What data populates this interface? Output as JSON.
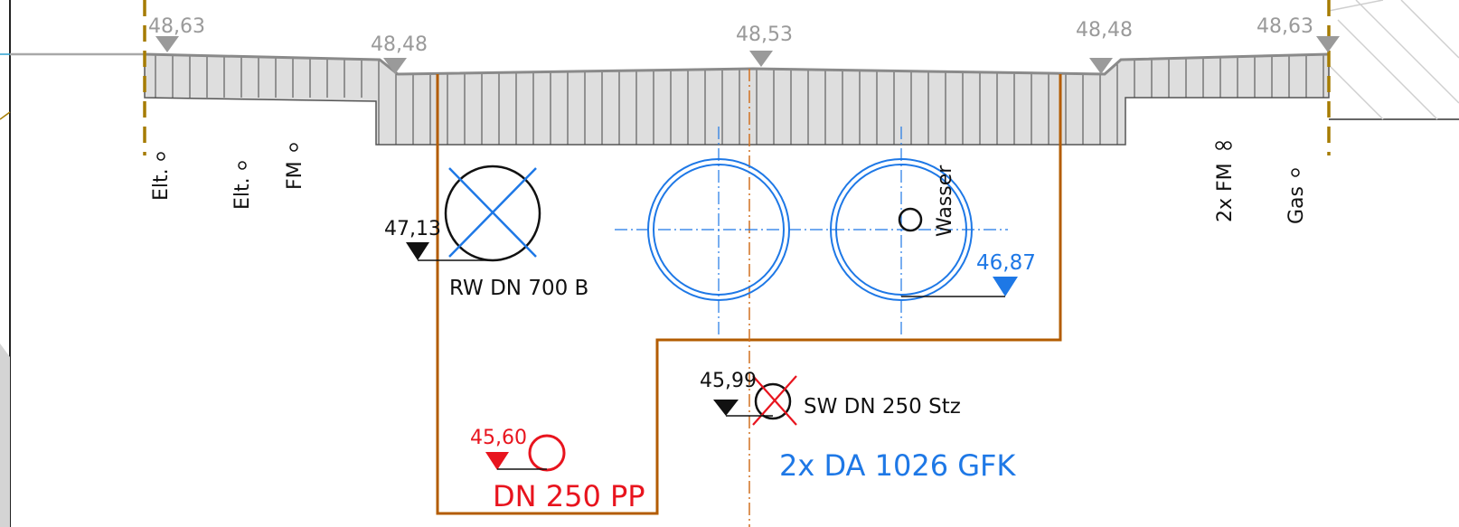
{
  "surface_levels": [
    "48,63",
    "48,48",
    "48,53",
    "48,48",
    "48,63"
  ],
  "utilities_left": [
    "Elt.",
    "Elt.",
    "FM"
  ],
  "utilities_right": [
    "2x FM",
    "Gas"
  ],
  "water_label": "Wasser",
  "pipes": {
    "rw": {
      "level": "47,13",
      "label": "RW DN 700 B"
    },
    "sw": {
      "level": "45,99",
      "label": "SW DN 250 Stz"
    },
    "pp": {
      "level": "45,60",
      "label": "DN 250 PP"
    },
    "da": {
      "level": "46,87",
      "label": "2x DA 1026 GFK"
    }
  },
  "colors": {
    "excavation": "#b35c00",
    "district_heating": "#1e78e6",
    "pressure_pipe": "#e8141e",
    "paving_fill": "#dedede",
    "level_marker": "#9a9a9a",
    "utility_boundary": "#a67c00"
  }
}
